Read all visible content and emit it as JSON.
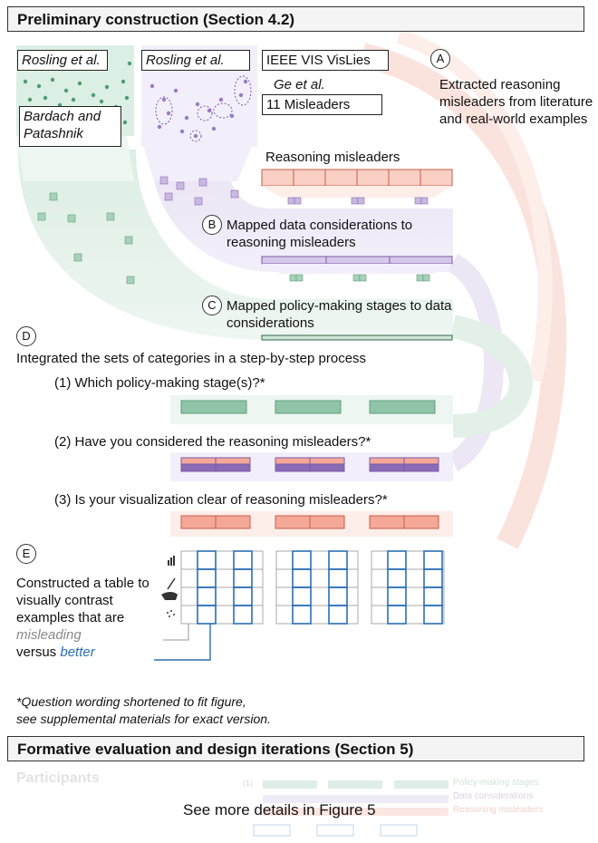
{
  "section1": {
    "title": "Preliminary construction (Section 4.2)",
    "source_rosling_1": "Rosling et al.",
    "source_rosling_2": "Rosling et al.",
    "source_bardach": "Bardach and Patashnik",
    "source_ieee": "IEEE VIS VisLies",
    "source_ge": "Ge et al.",
    "source_misleaders": "11 Misleaders"
  },
  "steps": {
    "a_marker": "A",
    "a_text": "Extracted reasoning misleaders from literature and real-world examples",
    "reasoning_label": "Reasoning misleaders",
    "b_marker": "B",
    "b_text": "Mapped data considerations to reasoning misleaders",
    "c_marker": "C",
    "c_text": "Mapped policy-making stages to data considerations",
    "d_marker": "D",
    "d_text": "Integrated the sets of categories in a step-by-step process",
    "q1": "(1) Which policy-making stage(s)?*",
    "q2": "(2) Have you considered the reasoning misleaders?*",
    "q3": "(3) Is your visualization clear of reasoning misleaders?*",
    "e_marker": "E",
    "e_text_1": "Constructed a table to visually contrast examples that are",
    "e_misleading": "misleading",
    "e_versus": "versus",
    "e_better": "better",
    "footnote_1": "*Question wording shortened to fit figure,",
    "footnote_2": "see supplemental materials for exact version."
  },
  "section2": {
    "title": "Formative evaluation and design iterations (Section 5)",
    "participants": "Participants",
    "see_more": "See more details in Figure 5",
    "legend_policy": "Policy-making stages",
    "legend_data": "Data considerations",
    "legend_reasoning": "Reasoning misleaders",
    "q_marker": "(1)"
  },
  "colors": {
    "green": "#8fc4a8",
    "purple": "#b9a6d4",
    "red": "#f4a898",
    "blue": "#2a6fb5"
  }
}
